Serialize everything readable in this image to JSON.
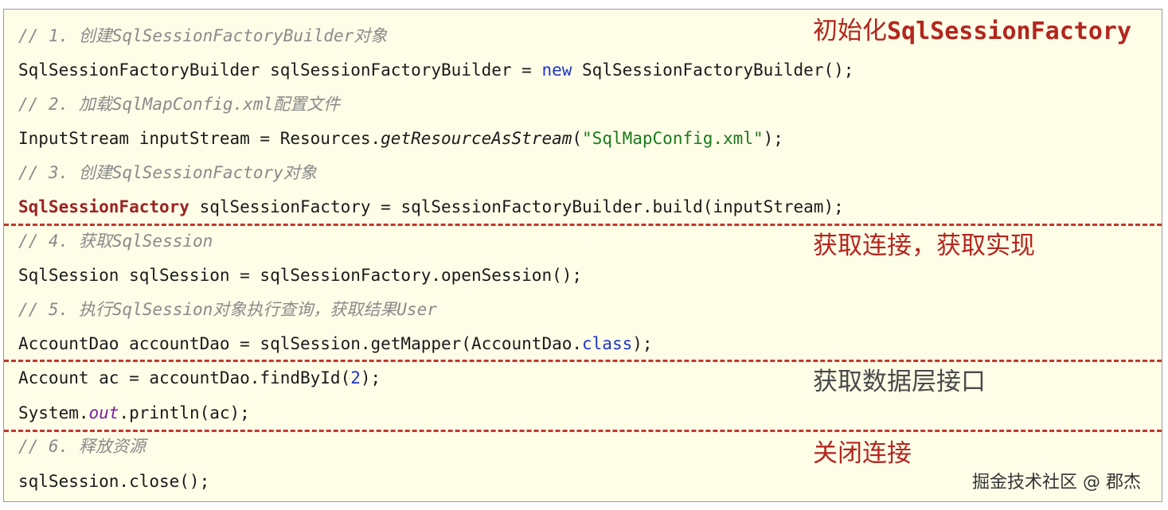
{
  "lines": [
    {
      "comment": "// 1. 创建SqlSessionFactoryBuilder对象"
    },
    {
      "a": "SqlSessionFactoryBuilder sqlSessionFactoryBuilder = ",
      "kw": "new",
      "b": " SqlSessionFactoryBuilder();"
    },
    {
      "comment": "// 2. 加载SqlMapConfig.xml配置文件"
    },
    {
      "a": "InputStream inputStream = Resources.",
      "method": "getResourceAsStream",
      "b": "(",
      "str": "\"SqlMapConfig.xml\"",
      "c": ");"
    },
    {
      "comment": "// 3. 创建SqlSessionFactory对象"
    },
    {
      "type": "SqlSessionFactory",
      "b": " sqlSessionFactory = sqlSessionFactoryBuilder.build(inputStream);"
    },
    {
      "comment": "// 4. 获取SqlSession"
    },
    {
      "a": "SqlSession sqlSession = sqlSessionFactory.openSession();"
    },
    {
      "comment": "// 5. 执行SqlSession对象执行查询，获取结果User"
    },
    {
      "a": "AccountDao accountDao = sqlSession.getMapper(AccountDao.",
      "kw": "class",
      "b": ");"
    },
    {
      "a": "Account ac = accountDao.findById(",
      "num": "2",
      "b": ");"
    },
    {
      "a": "System.",
      "field": "out",
      "b": ".println(ac);"
    },
    {
      "comment": "// 6. 释放资源"
    },
    {
      "a": "sqlSession.close();"
    }
  ],
  "notes": {
    "init_prefix": "初始化",
    "init_mono": "SqlSessionFactory",
    "get_connection": "获取连接，获取实现",
    "get_dao": "获取数据层接口",
    "close": "关闭连接"
  },
  "watermark": "掘金技术社区 @ 郡杰",
  "colors": {
    "panel_bg": "#fefde8",
    "separator": "#c0392b",
    "note_red": "#b3261e",
    "comment": "#8a8a8a",
    "keyword": "#1f35c8",
    "string": "#1b7a1b"
  }
}
